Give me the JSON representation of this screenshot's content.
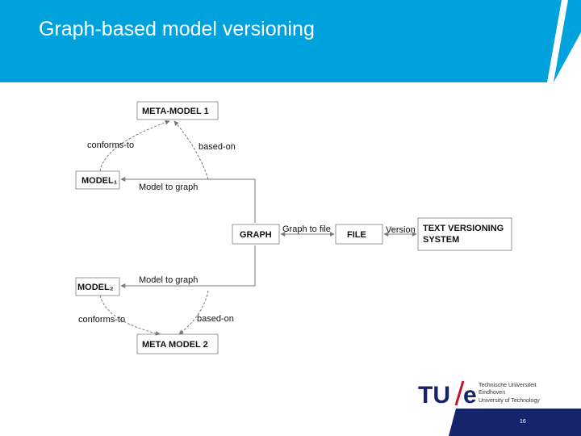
{
  "slide": {
    "title": "Graph-based model versioning",
    "page_number": "16",
    "colors": {
      "header_blue": "#00a2de",
      "footer_navy": "#16256b",
      "tue_navy": "#16256b",
      "tue_red": "#c8102e"
    }
  },
  "diagram": {
    "nodes": {
      "meta_model_1": "META-MODEL 1",
      "model_1": "MODEL₁",
      "graph": "GRAPH",
      "file": "FILE",
      "text_versioning_line1": "TEXT VERSIONING",
      "text_versioning_line2": "SYSTEM",
      "model_2": "MODEL₂",
      "meta_model_2": "META MODEL 2"
    },
    "edges": {
      "conforms_to_top": "conforms-to",
      "based_on_top": "based-on",
      "model_to_graph_top": "Model to graph",
      "graph_to_file": "Graph to file",
      "version": "Version",
      "model_to_graph_bottom": "Model to graph",
      "conforms_to_bottom": "conforms-to",
      "based_on_bottom": "based-on"
    }
  },
  "logo": {
    "mark_tu": "TU",
    "mark_e": "e",
    "line1": "Technische Universiteit",
    "line2": "Eindhoven",
    "line3": "University of Technology"
  }
}
